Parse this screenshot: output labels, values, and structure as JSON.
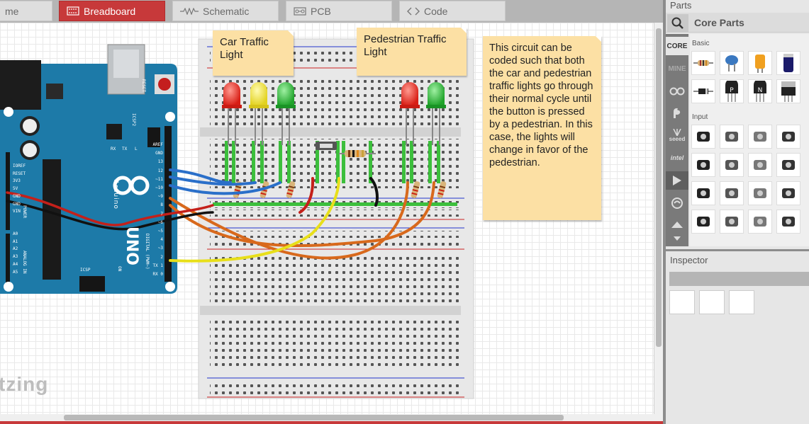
{
  "tabs": {
    "welcome": "me",
    "breadboard": "Breadboard",
    "schematic": "Schematic",
    "pcb": "PCB",
    "code": "Code"
  },
  "notes": {
    "car": "Car Traffic Light",
    "pedestrian": "Pedestrian Traffic Light",
    "description": "This circuit can be coded such that both the car and pedestrian traffic lights go through their normal cycle until the button is pressed by a pedestrian. In this case, the lights will change in favor of the pedestrian."
  },
  "canvas_logo": "tzing",
  "arduino": {
    "reset_label": "RESET",
    "icsp2_label": "ICSP2",
    "icsp_label": "ICSP",
    "brand": "Arduino",
    "model": "UNO",
    "on_label": "ON",
    "power_labels": [
      "IOREF",
      "RESET",
      "3V3",
      "5V",
      "GND",
      "GND",
      "VIN"
    ],
    "power_title": "POWER",
    "analog_labels": [
      "A0",
      "A1",
      "A2",
      "A3",
      "A4",
      "A5"
    ],
    "analog_title": "ANALOG IN",
    "digital_labels": [
      "AREF",
      "GND",
      "13",
      "12",
      "~11",
      "~10",
      "~9",
      "8",
      "7",
      "~6",
      "~5",
      "4",
      "~3",
      "2",
      "TX 1",
      "RX 0"
    ],
    "digital_title": "DIGITAL (PWM~)",
    "tx": "TX",
    "rx": "RX",
    "l": "L"
  },
  "parts_panel": {
    "title": "Parts",
    "bin_title": "Core Parts",
    "bins": [
      "CORE",
      "MINE",
      "seeed",
      "intel"
    ],
    "section_basic": "Basic",
    "section_input": "Input",
    "basic_icons": [
      "resistor-icon",
      "ceramic-capacitor-icon",
      "electrolytic-capacitor-icon",
      "battery-icon",
      "diode-icon",
      "pnp-transistor-icon",
      "npn-transistor-icon",
      "voltage-regulator-icon"
    ],
    "input_icons": [
      "potentiometer-icon",
      "rotary-potentiometer-icon",
      "slide-potentiometer-icon",
      "header-strip-icon",
      "trimmer-potentiometer-icon",
      "switch-icon",
      "pushbutton-icon",
      "toggle-switch-icon",
      "photocell-icon",
      "wire-icon",
      "light-sensor-icon",
      "tilt-sensor-icon",
      "temperature-sensor-icon",
      "accelerometer-icon",
      "reed-switch-icon",
      "joystick-icon"
    ]
  },
  "inspector": {
    "title": "Inspector"
  },
  "colors": {
    "accent": "#c7393a",
    "note": "#fce0a4",
    "arduino": "#1d7aa8",
    "wire_blue": "#2a6fc9",
    "wire_orange": "#d8691c",
    "wire_yellow": "#e8df1a",
    "wire_red": "#c4201a",
    "wire_black": "#111111",
    "led_red": "#e5261e",
    "led_yellow": "#efe23a",
    "led_green": "#2fb33a"
  }
}
